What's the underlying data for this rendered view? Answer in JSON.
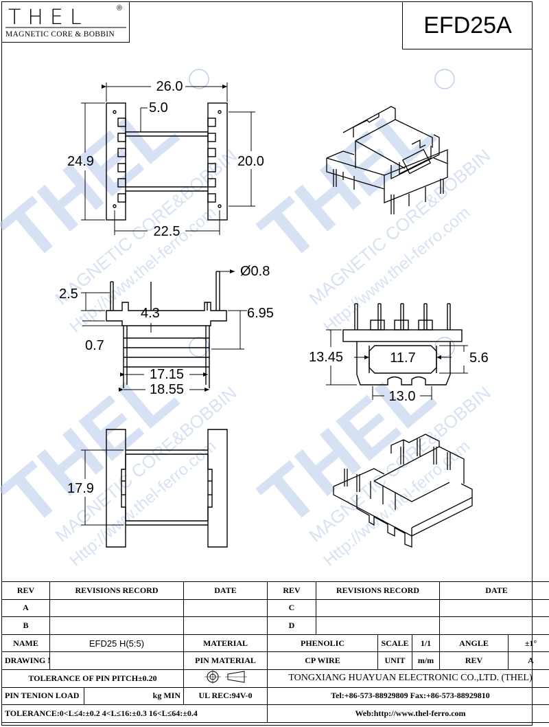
{
  "header": {
    "logo": "THEL",
    "logo_mark": "®",
    "logo_subtitle": "MAGNETIC CORE & BOBBIN",
    "model": "EFD25A"
  },
  "watermark": {
    "brand": "THEL",
    "line1": "MAGNETIC CORE&BOBBIN",
    "line2": "Http://www.thel-ferro.com"
  },
  "dimensions": {
    "top_width": "26.0",
    "top_inner": "5.0",
    "top_height": "24.9",
    "top_pin_span": "20.0",
    "top_bottom_width": "22.5",
    "pin_diameter": "Ø0.8",
    "pin_length": "2.5",
    "slot_height": "4.3",
    "flange_height": "6.95",
    "flange_offset": "0.7",
    "winding_width": "17.15",
    "overall_width": "18.55",
    "end_height": "13.45",
    "window_width": "11.7",
    "window_height": "5.6",
    "base_width": "13.0",
    "side_height": "17.9"
  },
  "title_block": {
    "rev_label": "REV",
    "revisions_label": "REVISIONS RECORD",
    "date_label": "DATE",
    "rev_a": "A",
    "rev_b": "B",
    "rev_c": "C",
    "rev_d": "D",
    "name_label": "NAME",
    "name_value": "EFD25 H(5:5)",
    "material_label": "MATERIAL",
    "material_value": "PHENOLIC",
    "scale_label": "SCALE",
    "scale_value": "1/1",
    "angle_label": "ANGLE",
    "angle_value": "±1°",
    "drawing_no_label": "DRAWING NO",
    "pin_material_label": "PIN MATERIAL",
    "pin_material_value": "CP WIRE",
    "unit_label": "UNIT",
    "unit_value": "m/m",
    "rev_label2": "REV",
    "rev_value": "A",
    "pitch_tolerance": "TOLERANCE OF PIN PITCH±0.20",
    "company": "TONGXIANG HUAYUAN ELECTRONIC CO.,LTD.  (THEL)",
    "pin_tension_label": "PIN TENION LOAD",
    "pin_tension_unit": "kg MIN",
    "ul_rec": "UL REC:94V-0",
    "tel_fax": "Tel:+86-573-88929809 Fax:+86-573-88929810",
    "tolerance": "TOLERANCE:0<L≤4:±0.2  4<L≤16:±0.3  16<L≤64:±0.4",
    "web": "Web:http://www.thel-ferro.com"
  }
}
